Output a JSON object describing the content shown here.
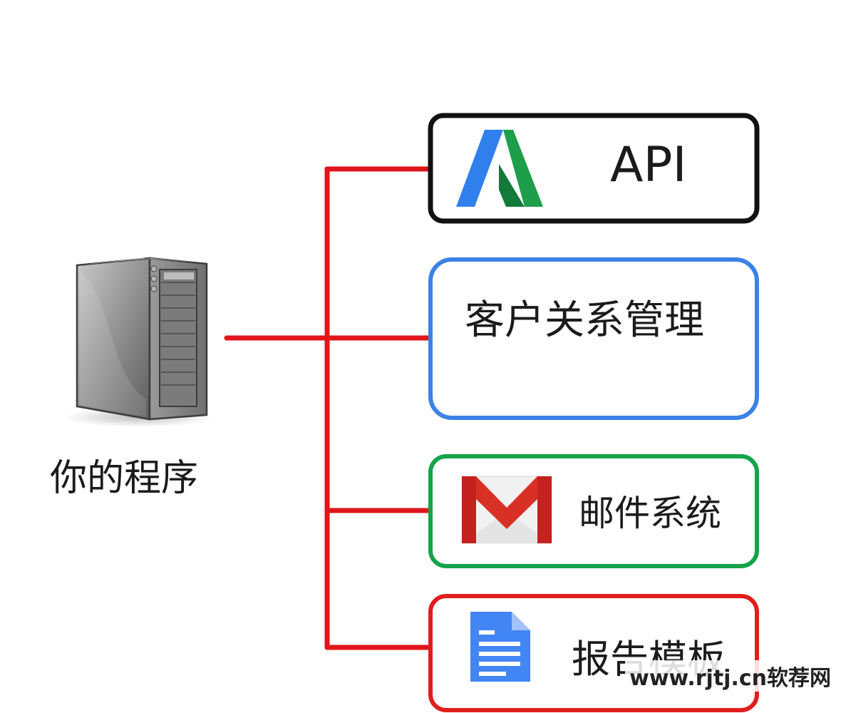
{
  "program": {
    "label": "你的程序",
    "icon": "server-tower-icon"
  },
  "nodes": [
    {
      "id": "api",
      "label": "API",
      "icon": "google-ads-icon",
      "border_color": "#111111"
    },
    {
      "id": "crm",
      "label": "客户关系管理",
      "icon": "",
      "border_color": "#3b82e6"
    },
    {
      "id": "email",
      "label": "邮件系统",
      "icon": "gmail-icon",
      "border_color": "#16a34a"
    },
    {
      "id": "report",
      "label": "报告模板",
      "icon": "google-docs-icon",
      "border_color": "#e11d1d"
    }
  ],
  "connector_color": "#e0151a",
  "watermark": "www.rjtj.cn软荐网"
}
